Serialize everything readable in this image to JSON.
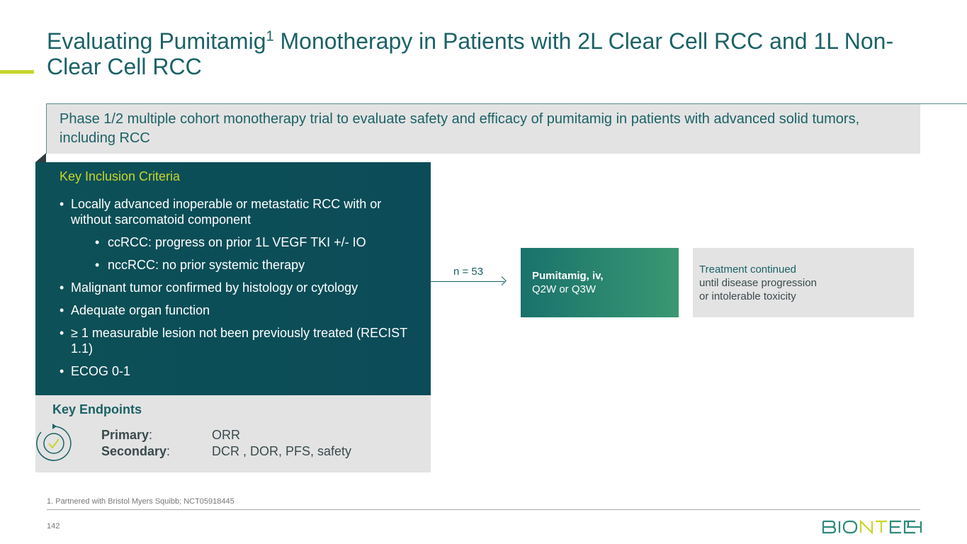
{
  "title": {
    "main": "Evaluating Pumitamig",
    "sup": "1",
    "rest": " Monotherapy in Patients with 2L Clear Cell RCC and 1L Non-Clear Cell RCC"
  },
  "banner": "Phase 1/2 multiple cohort monotherapy trial to evaluate safety and efficacy of pumitamig in patients with advanced solid tumors, including RCC",
  "criteria": {
    "heading": "Key Inclusion Criteria",
    "items": [
      "Locally advanced inoperable or metastatic RCC with or without sarcomatoid component",
      "ccRCC: progress on prior 1L VEGF TKI +/- IO",
      "nccRCC: no prior systemic therapy",
      "Malignant tumor confirmed by histology or cytology",
      "Adequate organ function",
      "≥ 1 measurable lesion not been previously treated (RECIST 1.1)",
      "ECOG 0-1"
    ]
  },
  "endpoints": {
    "heading": "Key Endpoints",
    "primary_label": "Primary",
    "primary_value": "ORR",
    "secondary_label": "Secondary",
    "secondary_value": "DCR , DOR, PFS, safety",
    "colon": ":"
  },
  "flow": {
    "n": "n = 53",
    "drug_line1": "Pumitamig, iv,",
    "drug_line2": "Q2W or Q3W",
    "cont_line1": "Treatment continued",
    "cont_line2": "until disease progression",
    "cont_line3": "or intolerable toxicity"
  },
  "footnote": "1. Partnered with Bristol Myers Squibb; NCT05918445",
  "page_number": "142",
  "logo": "BIONTECH",
  "colors": {
    "teal": "#1b6266",
    "lime": "#c8d52c"
  }
}
